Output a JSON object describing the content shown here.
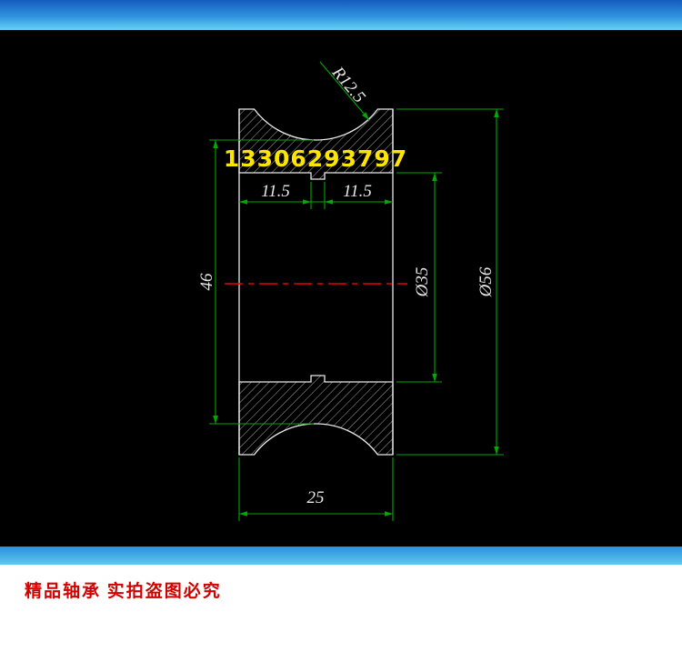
{
  "drawing": {
    "phone_watermark": "13306293797",
    "dimensions": {
      "groove_radius": "R12.5",
      "left_half_width": "11.5",
      "right_half_width": "11.5",
      "groove_bottom_diameter": "46",
      "bore_diameter": "Ø35",
      "outer_diameter": "Ø56",
      "overall_width": "25"
    },
    "colors": {
      "outline": "#e8e8e8",
      "hatch": "#b9b9b9",
      "dimension_lines": "#00a800",
      "dimension_text": "#e8e8e8",
      "centerline": "#e80000",
      "phone_watermark": "#ffe400",
      "background": "#000000"
    }
  },
  "banners": {
    "top_gradient": [
      "#155cbe",
      "#66d2f5"
    ],
    "bottom_gradient": [
      "#2e8fd8",
      "#5ec8f0"
    ]
  },
  "footer": {
    "text": "精品轴承  实拍盗图必究",
    "color": "#d40000",
    "background": "#ffffff"
  }
}
